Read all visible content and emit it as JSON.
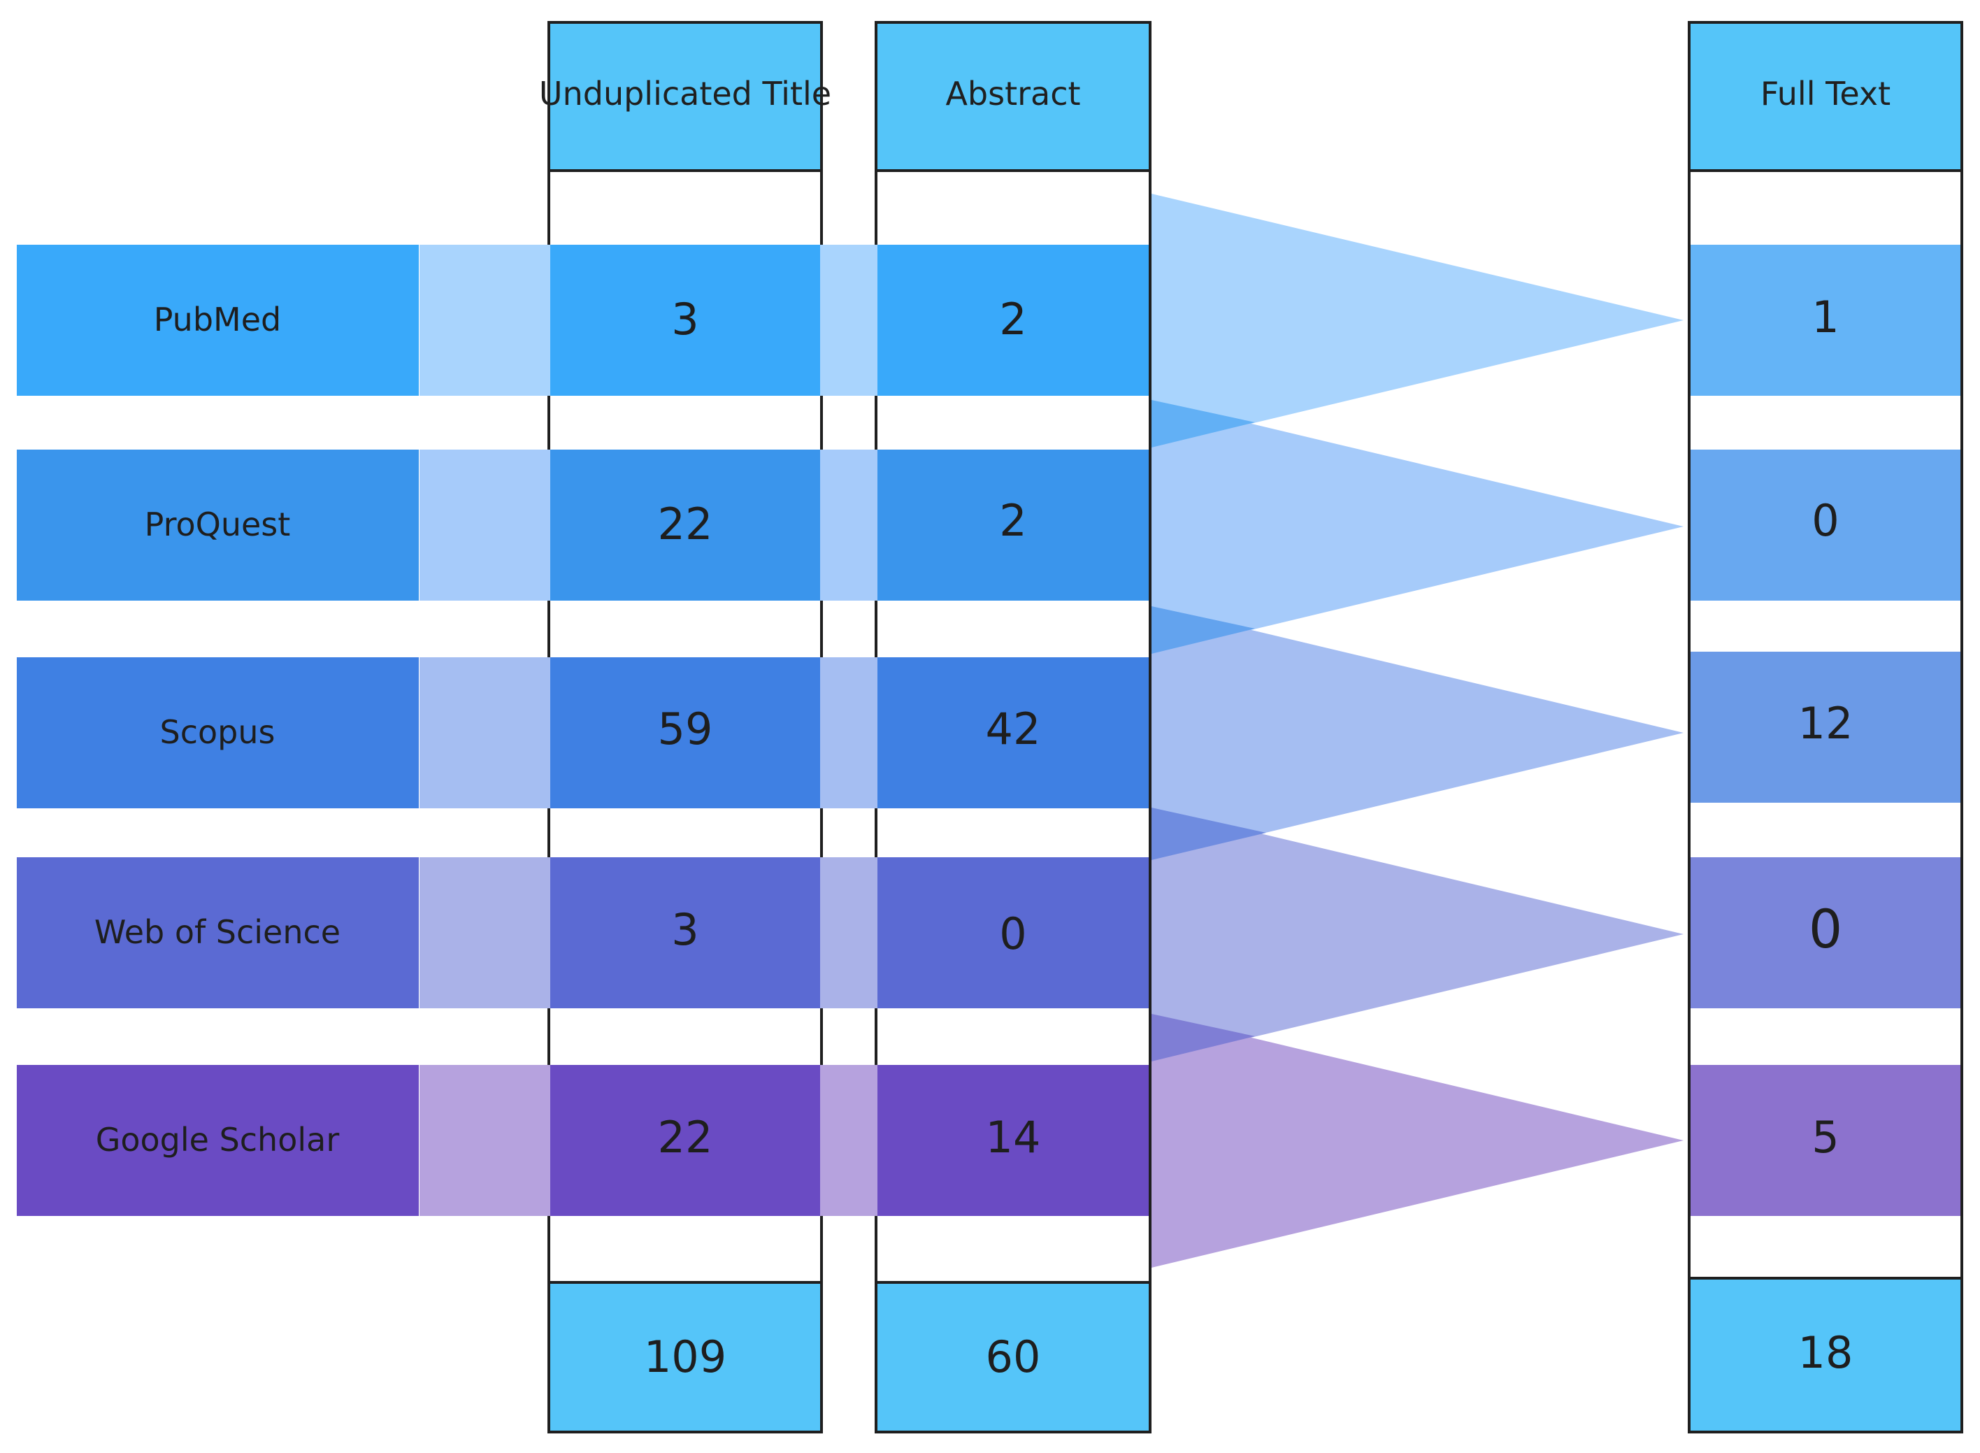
{
  "headers": {
    "title": "Unduplicated Title",
    "abstract": "Abstract",
    "fulltext": "Full Text"
  },
  "rows": [
    {
      "source": "PubMed",
      "title": "3",
      "abstract": "2",
      "fulltext": "1"
    },
    {
      "source": "ProQuest",
      "title": "22",
      "abstract": "2",
      "fulltext": "0"
    },
    {
      "source": "Scopus",
      "title": "59",
      "abstract": "42",
      "fulltext": "12"
    },
    {
      "source": "Web of Science",
      "title": "3",
      "abstract": "0",
      "fulltext": "0"
    },
    {
      "source": "Google Scholar",
      "title": "22",
      "abstract": "14",
      "fulltext": "5"
    }
  ],
  "totals": {
    "title": "109",
    "abstract": "60",
    "fulltext": "18"
  },
  "colors": {
    "header": "#55C5F9",
    "rows": [
      "#39A9FA",
      "#3A95EC",
      "#3F80E3",
      "#5B6AD3",
      "#6A4BC3"
    ],
    "fulltext_rows": [
      "#64B4F7",
      "#68A8F0",
      "#6B9AE7",
      "#7A85DB",
      "#8C72CE"
    ],
    "links": [
      "#A9D4FD",
      "#A6CBFA",
      "#A5BEF2",
      "#AAB2E8",
      "#B6A2DE"
    ],
    "overlap": [
      "#62B0F5",
      "#63A3EE",
      "#6F8CE0",
      "#7F7ED5"
    ]
  }
}
